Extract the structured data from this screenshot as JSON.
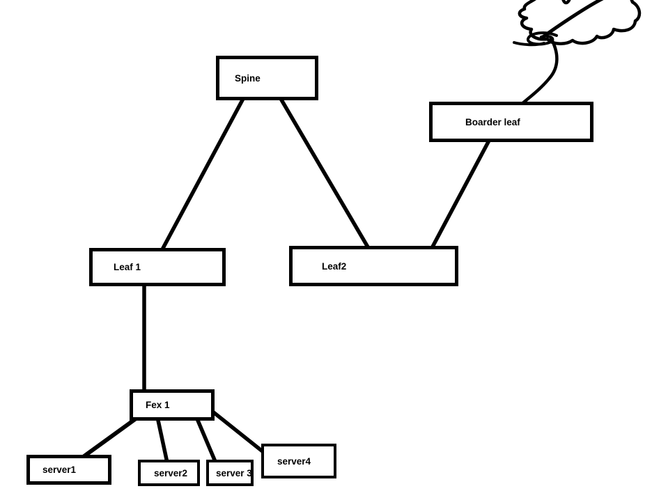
{
  "canvas": {
    "background_color": "#ffffff",
    "stroke_color": "#000000"
  },
  "nodes": [
    {
      "id": "spine",
      "label": "Spine"
    },
    {
      "id": "boarder-leaf",
      "label": "Boarder leaf"
    },
    {
      "id": "leaf1",
      "label": "Leaf 1"
    },
    {
      "id": "leaf2",
      "label": "Leaf2"
    },
    {
      "id": "fex1",
      "label": "Fex 1"
    },
    {
      "id": "server1",
      "label": "server1"
    },
    {
      "id": "server2",
      "label": "server2"
    },
    {
      "id": "server3",
      "label": "server 3"
    },
    {
      "id": "server4",
      "label": "server4"
    }
  ],
  "shapes": [
    {
      "id": "cloud",
      "kind": "hand-drawn-cloud",
      "position": "top-right, partially cut off by screen edge"
    }
  ],
  "edges": [
    {
      "from": "Spine",
      "to": "Leaf 1"
    },
    {
      "from": "Spine",
      "to": "Leaf2"
    },
    {
      "from": "Boarder leaf",
      "to": "Leaf2"
    },
    {
      "from": "Boarder leaf",
      "to": "cloud"
    },
    {
      "from": "Leaf 1",
      "to": "Fex 1"
    },
    {
      "from": "Fex 1",
      "to": "server1"
    },
    {
      "from": "Fex 1",
      "to": "server2"
    },
    {
      "from": "Fex 1",
      "to": "server 3"
    },
    {
      "from": "Fex 1",
      "to": "server4"
    }
  ]
}
